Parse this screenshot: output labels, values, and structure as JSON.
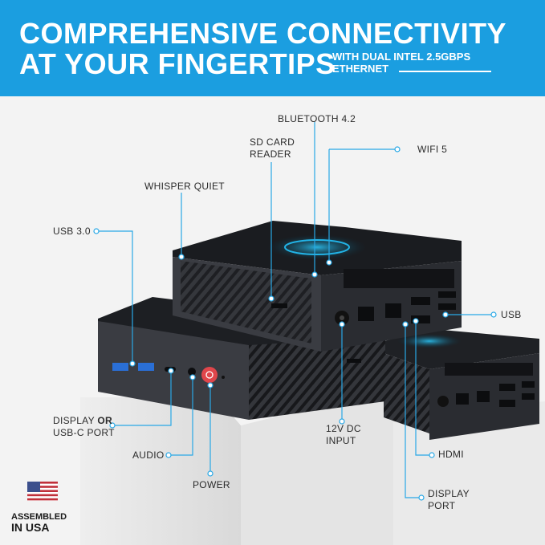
{
  "banner": {
    "headline_line1": "COMPREHENSIVE CONNECTIVITY",
    "headline_line2": "AT YOUR FINGERTIPS",
    "subtitle_line1": "WITH DUAL INTEL 2.5GBPS",
    "subtitle_line2": "ETHERNET",
    "color": "#1b9ee0"
  },
  "labels": {
    "bluetooth": "BLUETOOTH 4.2",
    "sd_line1": "SD CARD",
    "sd_line2": "READER",
    "wifi": "WIFI 5",
    "whisper": "WHISPER QUIET",
    "usb3": "USB 3.0",
    "usb": "USB",
    "display_line1": "DISPLAY",
    "display_or": "OR",
    "display_line2": "USB-C PORT",
    "audio": "AUDIO",
    "power": "POWER",
    "dc_line1": "12V DC",
    "dc_line2": "INPUT",
    "hdmi": "HDMI",
    "dp_line1": "DISPLAY",
    "dp_line2": "PORT"
  },
  "badge": {
    "line1": "ASSEMBLED",
    "line2": "IN USA"
  },
  "device": {
    "logo_color": "#22b3e6",
    "power_color": "#e0464b"
  }
}
